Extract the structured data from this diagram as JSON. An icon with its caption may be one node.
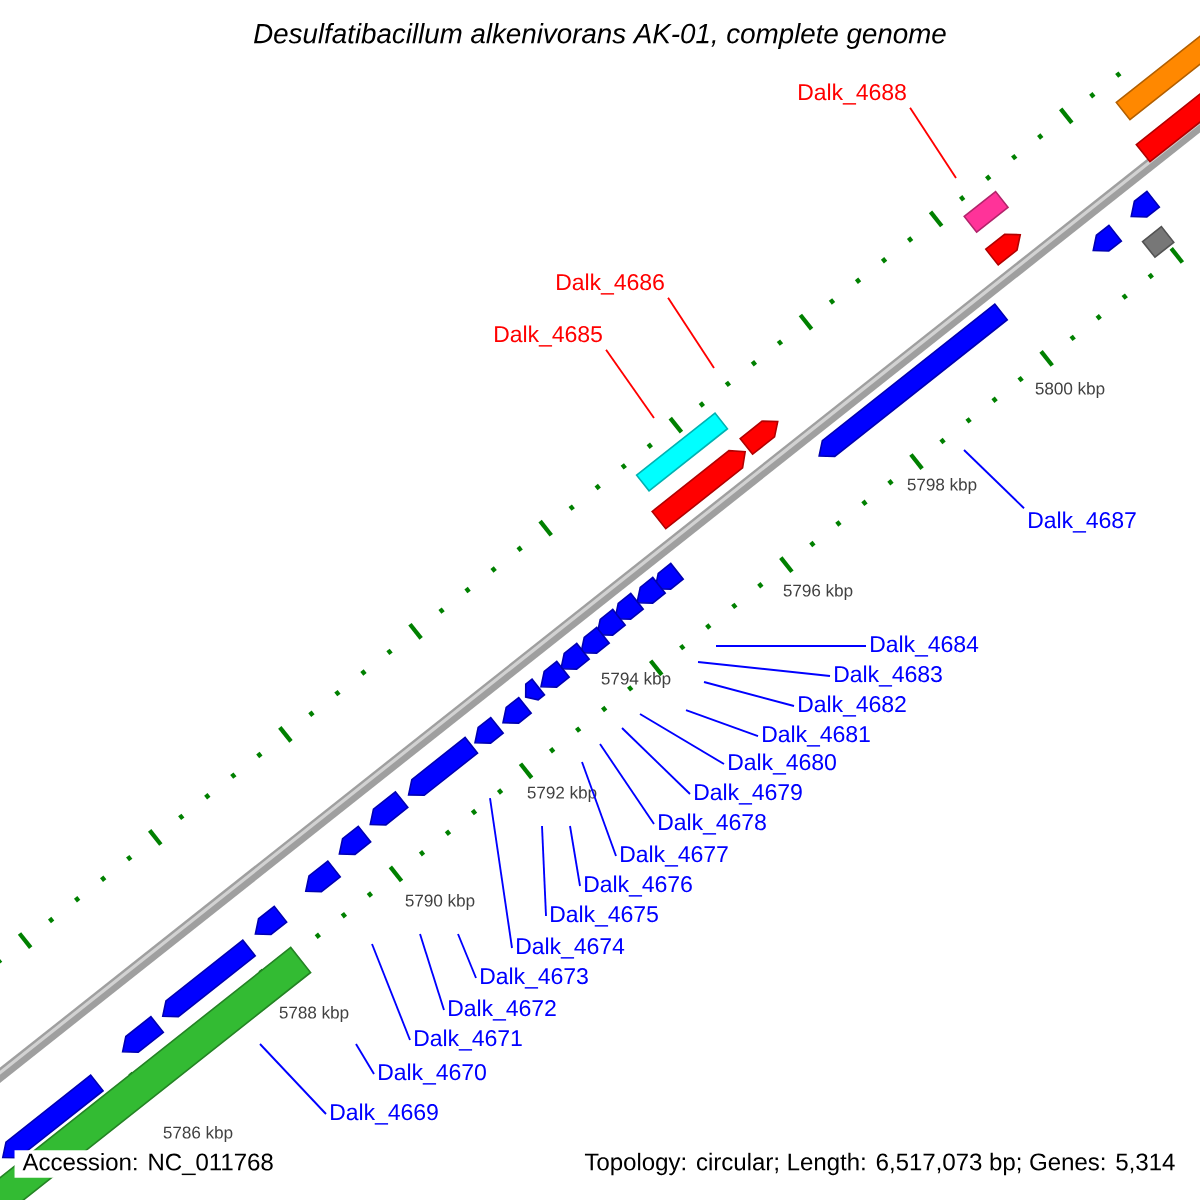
{
  "diagram": {
    "title": "Desulfatibacillum alkenivorans AK-01, complete genome",
    "nodes": [
      {
        "text": [
          "Dalk_4688"
        ]
      },
      {
        "text": [
          "Dalk_4686"
        ]
      },
      {
        "text": [
          "Dalk_4685"
        ]
      },
      {
        "text": [
          "Dalk_4687"
        ]
      },
      {
        "text": [
          "Dalk_4684"
        ]
      },
      {
        "text": [
          "Dalk_4683"
        ]
      },
      {
        "text": [
          "Dalk_4682"
        ]
      },
      {
        "text": [
          "Dalk_4681"
        ]
      },
      {
        "text": [
          "Dalk_4680"
        ]
      },
      {
        "text": [
          "Dalk_4679"
        ]
      },
      {
        "text": [
          "Dalk_4678"
        ]
      },
      {
        "text": [
          "Dalk_4677"
        ]
      },
      {
        "text": [
          "Dalk_4676"
        ]
      },
      {
        "text": [
          "Dalk_4675"
        ]
      },
      {
        "text": [
          "Dalk_4674"
        ]
      },
      {
        "text": [
          "Dalk_4673"
        ]
      },
      {
        "text": [
          "Dalk_4672"
        ]
      },
      {
        "text": [
          "Dalk_4671"
        ]
      },
      {
        "text": [
          "Dalk_4670"
        ]
      },
      {
        "text": [
          "Dalk_4669"
        ]
      }
    ],
    "edges": [
      {
        "from": 0,
        "to": null,
        "arrow": "none",
        "color": "#ff0000"
      },
      {
        "from": 1,
        "to": null,
        "arrow": "none",
        "color": "#ff0000"
      },
      {
        "from": 2,
        "to": null,
        "arrow": "none",
        "color": "#ff0000"
      },
      {
        "from": 3,
        "to": null,
        "arrow": "none"
      },
      {
        "from": 4,
        "to": null,
        "arrow": "none"
      },
      {
        "from": 5,
        "to": null,
        "arrow": "none"
      },
      {
        "from": 6,
        "to": null,
        "arrow": "none"
      },
      {
        "from": 7,
        "to": null,
        "arrow": "none"
      },
      {
        "from": 8,
        "to": null,
        "arrow": "none"
      },
      {
        "from": 9,
        "to": null,
        "arrow": "none"
      },
      {
        "from": 10,
        "to": null,
        "arrow": "none"
      },
      {
        "from": 11,
        "to": null,
        "arrow": "none"
      },
      {
        "from": 12,
        "to": null,
        "arrow": "none"
      },
      {
        "from": 13,
        "to": null,
        "arrow": "none"
      },
      {
        "from": 14,
        "to": null,
        "arrow": "none"
      },
      {
        "from": 15,
        "to": null,
        "arrow": "none"
      },
      {
        "from": 16,
        "to": null,
        "arrow": "none"
      },
      {
        "from": 17,
        "to": null,
        "arrow": "none"
      },
      {
        "from": 18,
        "to": null,
        "arrow": "none"
      },
      {
        "from": 19,
        "to": null,
        "arrow": "none"
      }
    ],
    "labels": [
      "5800 kbp",
      "5798 kbp",
      "5796 kbp",
      "5794 kbp",
      "5792 kbp",
      "5790 kbp",
      "5788 kbp",
      "5786 kbp",
      "Accession: NC_011768",
      "Topology: circular; Length: 6,517,073 bp; Genes: 5,314"
    ]
  }
}
